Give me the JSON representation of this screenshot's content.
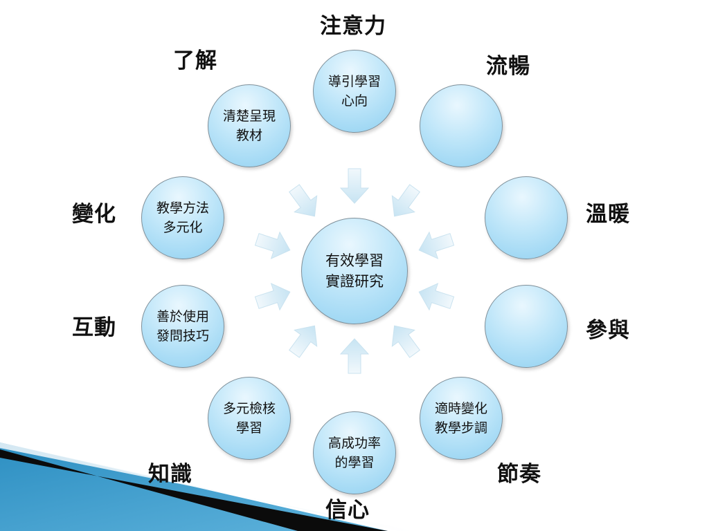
{
  "center": {
    "text": "有效學習實證研究"
  },
  "circles": {
    "top": {
      "text": "導引學習心向"
    },
    "upper_left": {
      "text": "清楚呈現教材"
    },
    "left_upper": {
      "text": "教學方法多元化"
    },
    "left_lower": {
      "text": "善於使用發問技巧"
    },
    "lower_left": {
      "text": "多元檢核學習"
    },
    "bottom": {
      "text": "高成功率的學習"
    },
    "lower_right": {
      "text": "適時變化教學步調"
    },
    "upper_right": {
      "text": ""
    },
    "right_upper": {
      "text": ""
    },
    "right_lower": {
      "text": ""
    }
  },
  "labels": {
    "top": "注意力",
    "upper_left": "了解",
    "upper_right": "流暢",
    "left_upper": "變化",
    "right_upper": "溫暖",
    "left_lower": "互動",
    "right_lower": "參與",
    "lower_left": "知識",
    "lower_right": "節奏",
    "bottom": "信心"
  },
  "colors": {
    "circle_fill": "#bfe6f9",
    "arrow_fill": "#d6edf8",
    "corner_band_dark": "#0a0a0a",
    "corner_band_blue": "#1f7fb3"
  }
}
